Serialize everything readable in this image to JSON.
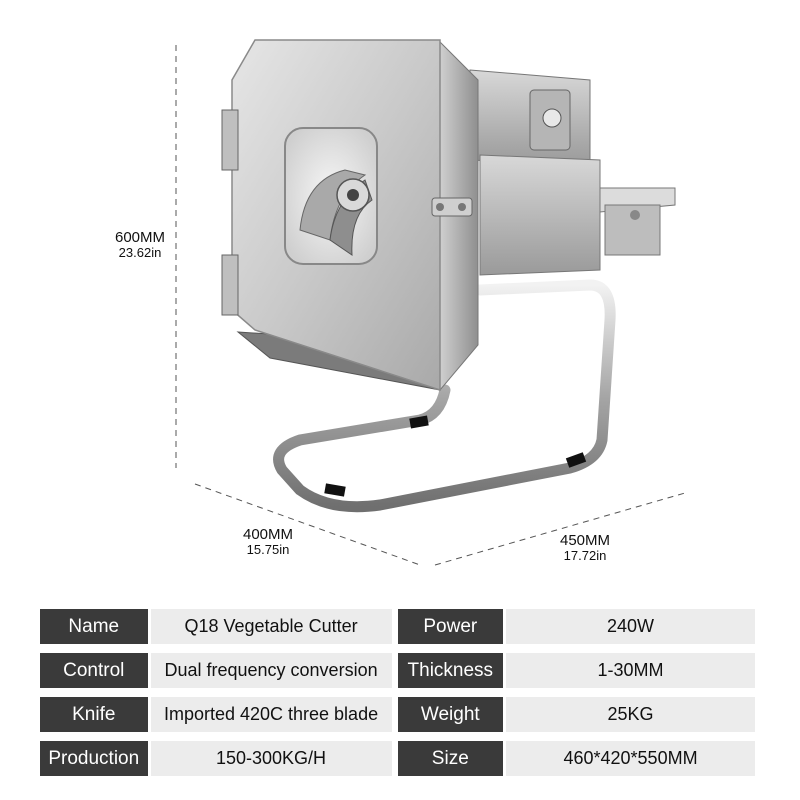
{
  "dimensions": {
    "height": {
      "mm": "600MM",
      "in": "23.62in"
    },
    "depth": {
      "mm": "400MM",
      "in": "15.75in"
    },
    "width": {
      "mm": "450MM",
      "in": "17.72in"
    }
  },
  "specs": [
    {
      "label1": "Name",
      "value1": "Q18 Vegetable Cutter",
      "label2": "Power",
      "value2": "240W"
    },
    {
      "label1": "Control",
      "value1": "Dual frequency conversion",
      "label2": "Thickness",
      "value2": "1-30MM"
    },
    {
      "label1": "Knife",
      "value1": "Imported 420C three blade",
      "label2": "Weight",
      "value2": "25KG"
    },
    {
      "label1": "Production",
      "value1": "150-300KG/H",
      "label2": "Size",
      "value2": "460*420*550MM"
    }
  ],
  "colors": {
    "label_bg": "#3a3a3a",
    "value_bg": "#ececec",
    "steel": "#c8c8c8"
  }
}
